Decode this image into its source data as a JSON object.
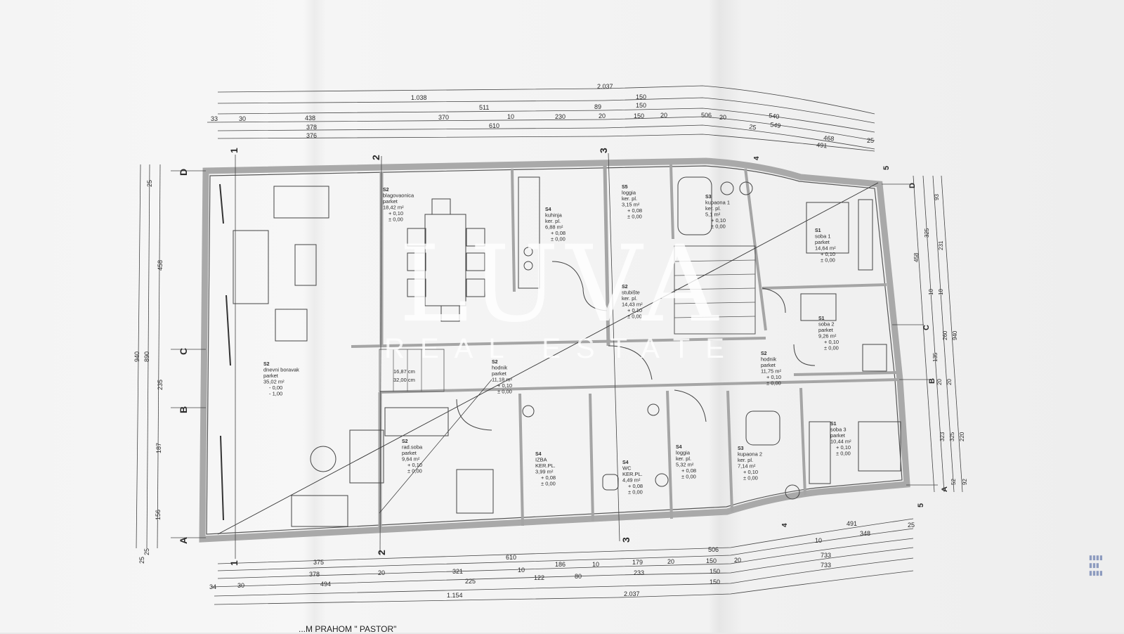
{
  "watermark": {
    "brand": "LUVA",
    "sub": "REAL ESTATE"
  },
  "footer_note": "...M PRAHOM \" PASTOR\"",
  "colors": {
    "paper": "#f3f3f3",
    "ink": "#2a2a2a",
    "wall": "#9a9a9a",
    "stamp": "#5a6fa6"
  },
  "axes": {
    "top": [
      "1",
      "2",
      "3",
      "4",
      "5"
    ],
    "bottom": [
      "1",
      "2",
      "3",
      "4",
      "5"
    ],
    "left": [
      "D",
      "C",
      "B",
      "A"
    ],
    "right": [
      "D",
      "C",
      "B",
      "A"
    ]
  },
  "dims_top": {
    "row1": [
      "2.037"
    ],
    "row2": [
      "1.038",
      "150"
    ],
    "row3": [
      "511",
      "89",
      "150"
    ],
    "row4": [
      "33",
      "30",
      "438",
      "370",
      "10",
      "230",
      "20",
      "150",
      "20",
      "506",
      "20",
      "540"
    ],
    "row5": [
      "378",
      "610",
      "25",
      "549"
    ],
    "row6": [
      "376",
      "468",
      "25",
      "491"
    ]
  },
  "dims_bottom": {
    "row1": [
      "25",
      "506",
      "491",
      "25"
    ],
    "row2": [
      "375",
      "610",
      "186",
      "10",
      "179",
      "20",
      "150",
      "20",
      "10",
      "348"
    ],
    "row3": [
      "378",
      "20",
      "321",
      "10",
      "122",
      "80",
      "233",
      "150",
      "733"
    ],
    "row4": [
      "34",
      "30",
      "494",
      "225",
      "150",
      "733"
    ],
    "row5": [
      "1.154",
      "2.037"
    ]
  },
  "dims_left": [
    "25",
    "458",
    "940",
    "890",
    "235",
    "187",
    "156",
    "25"
  ],
  "dims_right": [
    "93",
    "325",
    "458",
    "231",
    "10",
    "10",
    "260",
    "940",
    "135",
    "20",
    "20",
    "323",
    "325",
    "220",
    "52",
    "92"
  ],
  "rooms": [
    {
      "code": "S2",
      "name": "blagovaonica",
      "floor": "parket",
      "area": "18,42 m²",
      "lvl1": "+ 0,10",
      "lvl2": "± 0,00"
    },
    {
      "code": "S4",
      "name": "kuhinja",
      "floor": "ker. pl.",
      "area": "6,88 m²",
      "lvl1": "+ 0,08",
      "lvl2": "± 0,00"
    },
    {
      "code": "S5",
      "name": "loggia",
      "floor": "ker. pl.",
      "area": "3,15 m²",
      "lvl1": "+ 0,08",
      "lvl2": "± 0,00"
    },
    {
      "code": "S3",
      "name": "kupaona 1",
      "floor": "ker. pl.",
      "area": "5,1 m²",
      "lvl1": "+ 0,10",
      "lvl2": "± 0,00"
    },
    {
      "code": "S1",
      "name": "soba 1",
      "floor": "parket",
      "area": "14,64 m²",
      "lvl1": "+ 0,10",
      "lvl2": "± 0,00"
    },
    {
      "code": "S2",
      "name": "stubište",
      "floor": "ker. pl.",
      "area": "14,43 m²",
      "lvl1": "+ 0,10",
      "lvl2": "± 0,00"
    },
    {
      "code": "S1",
      "name": "soba 2",
      "floor": "parket",
      "area": "9,26 m²",
      "lvl1": "+ 0,10",
      "lvl2": "± 0,00"
    },
    {
      "code": "S2",
      "name": "dnevni boravak",
      "floor": "parket",
      "area": "35,02 m²",
      "lvl1": "- 0,00",
      "lvl2": "- 1,00"
    },
    {
      "code": "S2",
      "name": "hodnik",
      "floor": "parket",
      "area": "11,18 m²",
      "lvl1": "+ 0,10",
      "lvl2": "± 0,00"
    },
    {
      "code": "S2",
      "name": "hodnik",
      "floor": "parket",
      "area": "11,75 m²",
      "lvl1": "+ 0,10",
      "lvl2": "± 0,00"
    },
    {
      "code": "S2",
      "name": "rad.soba",
      "floor": "parket",
      "area": "9,64 m²",
      "lvl1": "+ 0,10",
      "lvl2": "± 0,00"
    },
    {
      "code": "S4",
      "name": "IZBA",
      "floor": "KER.PL.",
      "area": "3,99 m²",
      "lvl1": "+ 0,08",
      "lvl2": "± 0,00"
    },
    {
      "code": "S4",
      "name": "WC",
      "floor": "KER.PL.",
      "area": "4,49 m²",
      "lvl1": "+ 0,08",
      "lvl2": "± 0,00"
    },
    {
      "code": "S4",
      "name": "loggia",
      "floor": "ker. pl.",
      "area": "5,32 m²",
      "lvl1": "+ 0,08",
      "lvl2": "± 0,00"
    },
    {
      "code": "S3",
      "name": "kupaona 2",
      "floor": "ker. pl.",
      "area": "7,14 m²",
      "lvl1": "+ 0,10",
      "lvl2": "± 0,00"
    },
    {
      "code": "S1",
      "name": "soba 3",
      "floor": "parket",
      "area": "10,44 m²",
      "lvl1": "+ 0,10",
      "lvl2": "± 0,00"
    }
  ],
  "stair_note": {
    "line1": "16,87 cm",
    "line2": "32,00 cm"
  }
}
